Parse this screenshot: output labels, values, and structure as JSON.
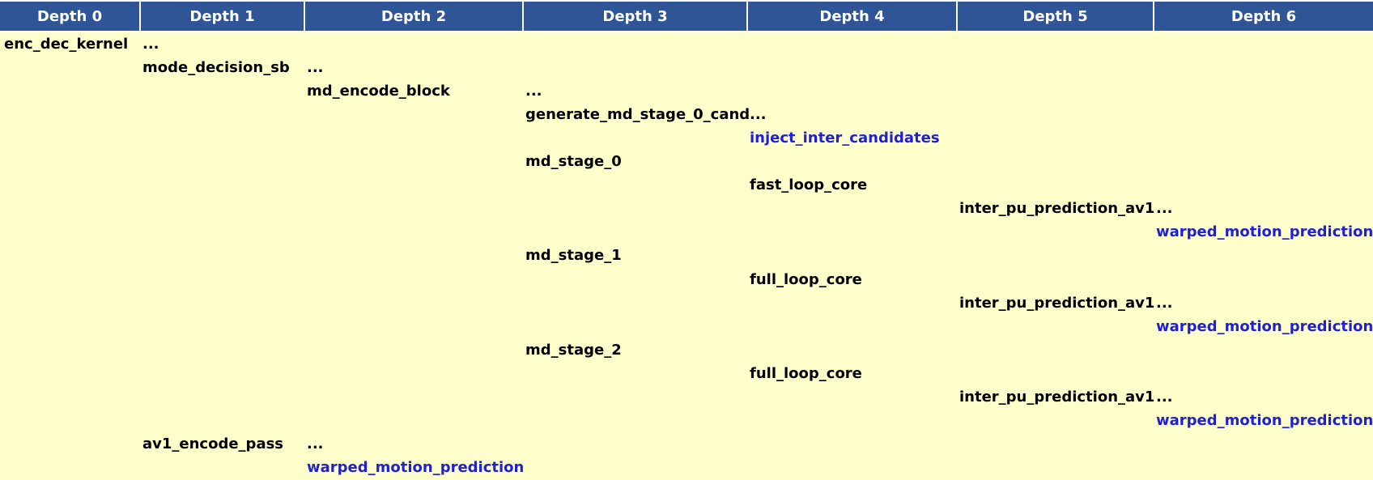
{
  "headers": [
    "Depth 0",
    "Depth 1",
    "Depth 2",
    "Depth 3",
    "Depth 4",
    "Depth 5",
    "Depth 6"
  ],
  "rows": [
    [
      {
        "t": "enc_dec_kernel"
      },
      {
        "t": "..."
      },
      null,
      null,
      null,
      null,
      null
    ],
    [
      null,
      {
        "t": "mode_decision_sb"
      },
      {
        "t": "..."
      },
      null,
      null,
      null,
      null
    ],
    [
      null,
      null,
      {
        "t": "md_encode_block"
      },
      {
        "t": "..."
      },
      null,
      null,
      null
    ],
    [
      null,
      null,
      null,
      {
        "t": "generate_md_stage_0_cand"
      },
      {
        "t": "..."
      },
      null,
      null
    ],
    [
      null,
      null,
      null,
      null,
      {
        "t": "inject_inter_candidates",
        "hl": true
      },
      null,
      null
    ],
    [
      null,
      null,
      null,
      {
        "t": "md_stage_0"
      },
      null,
      null,
      null
    ],
    [
      null,
      null,
      null,
      null,
      {
        "t": "fast_loop_core"
      },
      null,
      null
    ],
    [
      null,
      null,
      null,
      null,
      null,
      {
        "t": "inter_pu_prediction_av1"
      },
      {
        "t": "..."
      }
    ],
    [
      null,
      null,
      null,
      null,
      null,
      null,
      {
        "t": "warped_motion_prediction",
        "hl": true
      }
    ],
    [
      null,
      null,
      null,
      {
        "t": "md_stage_1"
      },
      null,
      null,
      null
    ],
    [
      null,
      null,
      null,
      null,
      {
        "t": "full_loop_core"
      },
      null,
      null
    ],
    [
      null,
      null,
      null,
      null,
      null,
      {
        "t": "inter_pu_prediction_av1"
      },
      {
        "t": "..."
      }
    ],
    [
      null,
      null,
      null,
      null,
      null,
      null,
      {
        "t": "warped_motion_prediction",
        "hl": true
      }
    ],
    [
      null,
      null,
      null,
      {
        "t": "md_stage_2"
      },
      null,
      null,
      null
    ],
    [
      null,
      null,
      null,
      null,
      {
        "t": "full_loop_core"
      },
      null,
      null
    ],
    [
      null,
      null,
      null,
      null,
      null,
      {
        "t": "inter_pu_prediction_av1"
      },
      {
        "t": "..."
      }
    ],
    [
      null,
      null,
      null,
      null,
      null,
      null,
      {
        "t": "warped_motion_prediction",
        "hl": true
      }
    ],
    [
      null,
      {
        "t": "av1_encode_pass"
      },
      {
        "t": "..."
      },
      null,
      null,
      null,
      null
    ],
    [
      null,
      null,
      {
        "t": "warped_motion_prediction",
        "hl": true
      },
      null,
      null,
      null,
      null
    ]
  ]
}
